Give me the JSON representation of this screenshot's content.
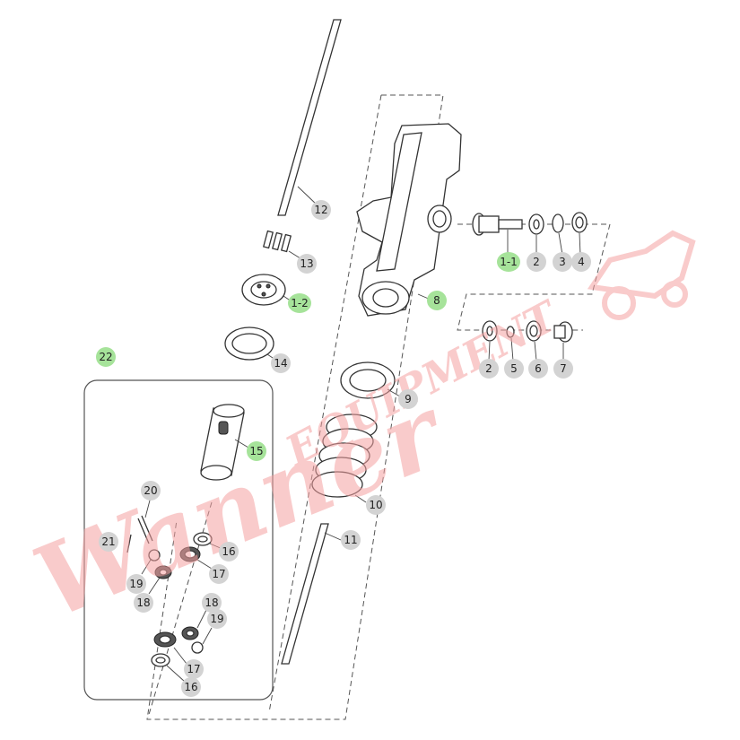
{
  "diagram": {
    "callouts": [
      {
        "id": "12",
        "label": "12",
        "style": "gray"
      },
      {
        "id": "13",
        "label": "13",
        "style": "gray"
      },
      {
        "id": "1-2",
        "label": "1-2",
        "style": "green"
      },
      {
        "id": "14",
        "label": "14",
        "style": "gray"
      },
      {
        "id": "22",
        "label": "22",
        "style": "green"
      },
      {
        "id": "15",
        "label": "15",
        "style": "green"
      },
      {
        "id": "20",
        "label": "20",
        "style": "gray"
      },
      {
        "id": "21",
        "label": "21",
        "style": "gray"
      },
      {
        "id": "16a",
        "label": "16",
        "style": "gray"
      },
      {
        "id": "17a",
        "label": "17",
        "style": "gray"
      },
      {
        "id": "19a",
        "label": "19",
        "style": "gray"
      },
      {
        "id": "18a",
        "label": "18",
        "style": "gray"
      },
      {
        "id": "18b",
        "label": "18",
        "style": "gray"
      },
      {
        "id": "19b",
        "label": "19",
        "style": "gray"
      },
      {
        "id": "17b",
        "label": "17",
        "style": "gray"
      },
      {
        "id": "16b",
        "label": "16",
        "style": "gray"
      },
      {
        "id": "8",
        "label": "8",
        "style": "green"
      },
      {
        "id": "1-1",
        "label": "1-1",
        "style": "green"
      },
      {
        "id": "2a",
        "label": "2",
        "style": "gray"
      },
      {
        "id": "3",
        "label": "3",
        "style": "gray"
      },
      {
        "id": "4",
        "label": "4",
        "style": "gray"
      },
      {
        "id": "2b",
        "label": "2",
        "style": "gray"
      },
      {
        "id": "5",
        "label": "5",
        "style": "gray"
      },
      {
        "id": "6",
        "label": "6",
        "style": "gray"
      },
      {
        "id": "7",
        "label": "7",
        "style": "gray"
      },
      {
        "id": "9",
        "label": "9",
        "style": "gray"
      },
      {
        "id": "10",
        "label": "10",
        "style": "gray"
      },
      {
        "id": "11",
        "label": "11",
        "style": "gray"
      }
    ]
  },
  "watermark": {
    "brand_text": "Wanner",
    "brand_text_2": "EQUIPMENT"
  },
  "colors": {
    "badge_gray": "#d3d3d3",
    "badge_green": "#a6e39a",
    "watermark": "#f4a0a0",
    "line": "#333333"
  }
}
